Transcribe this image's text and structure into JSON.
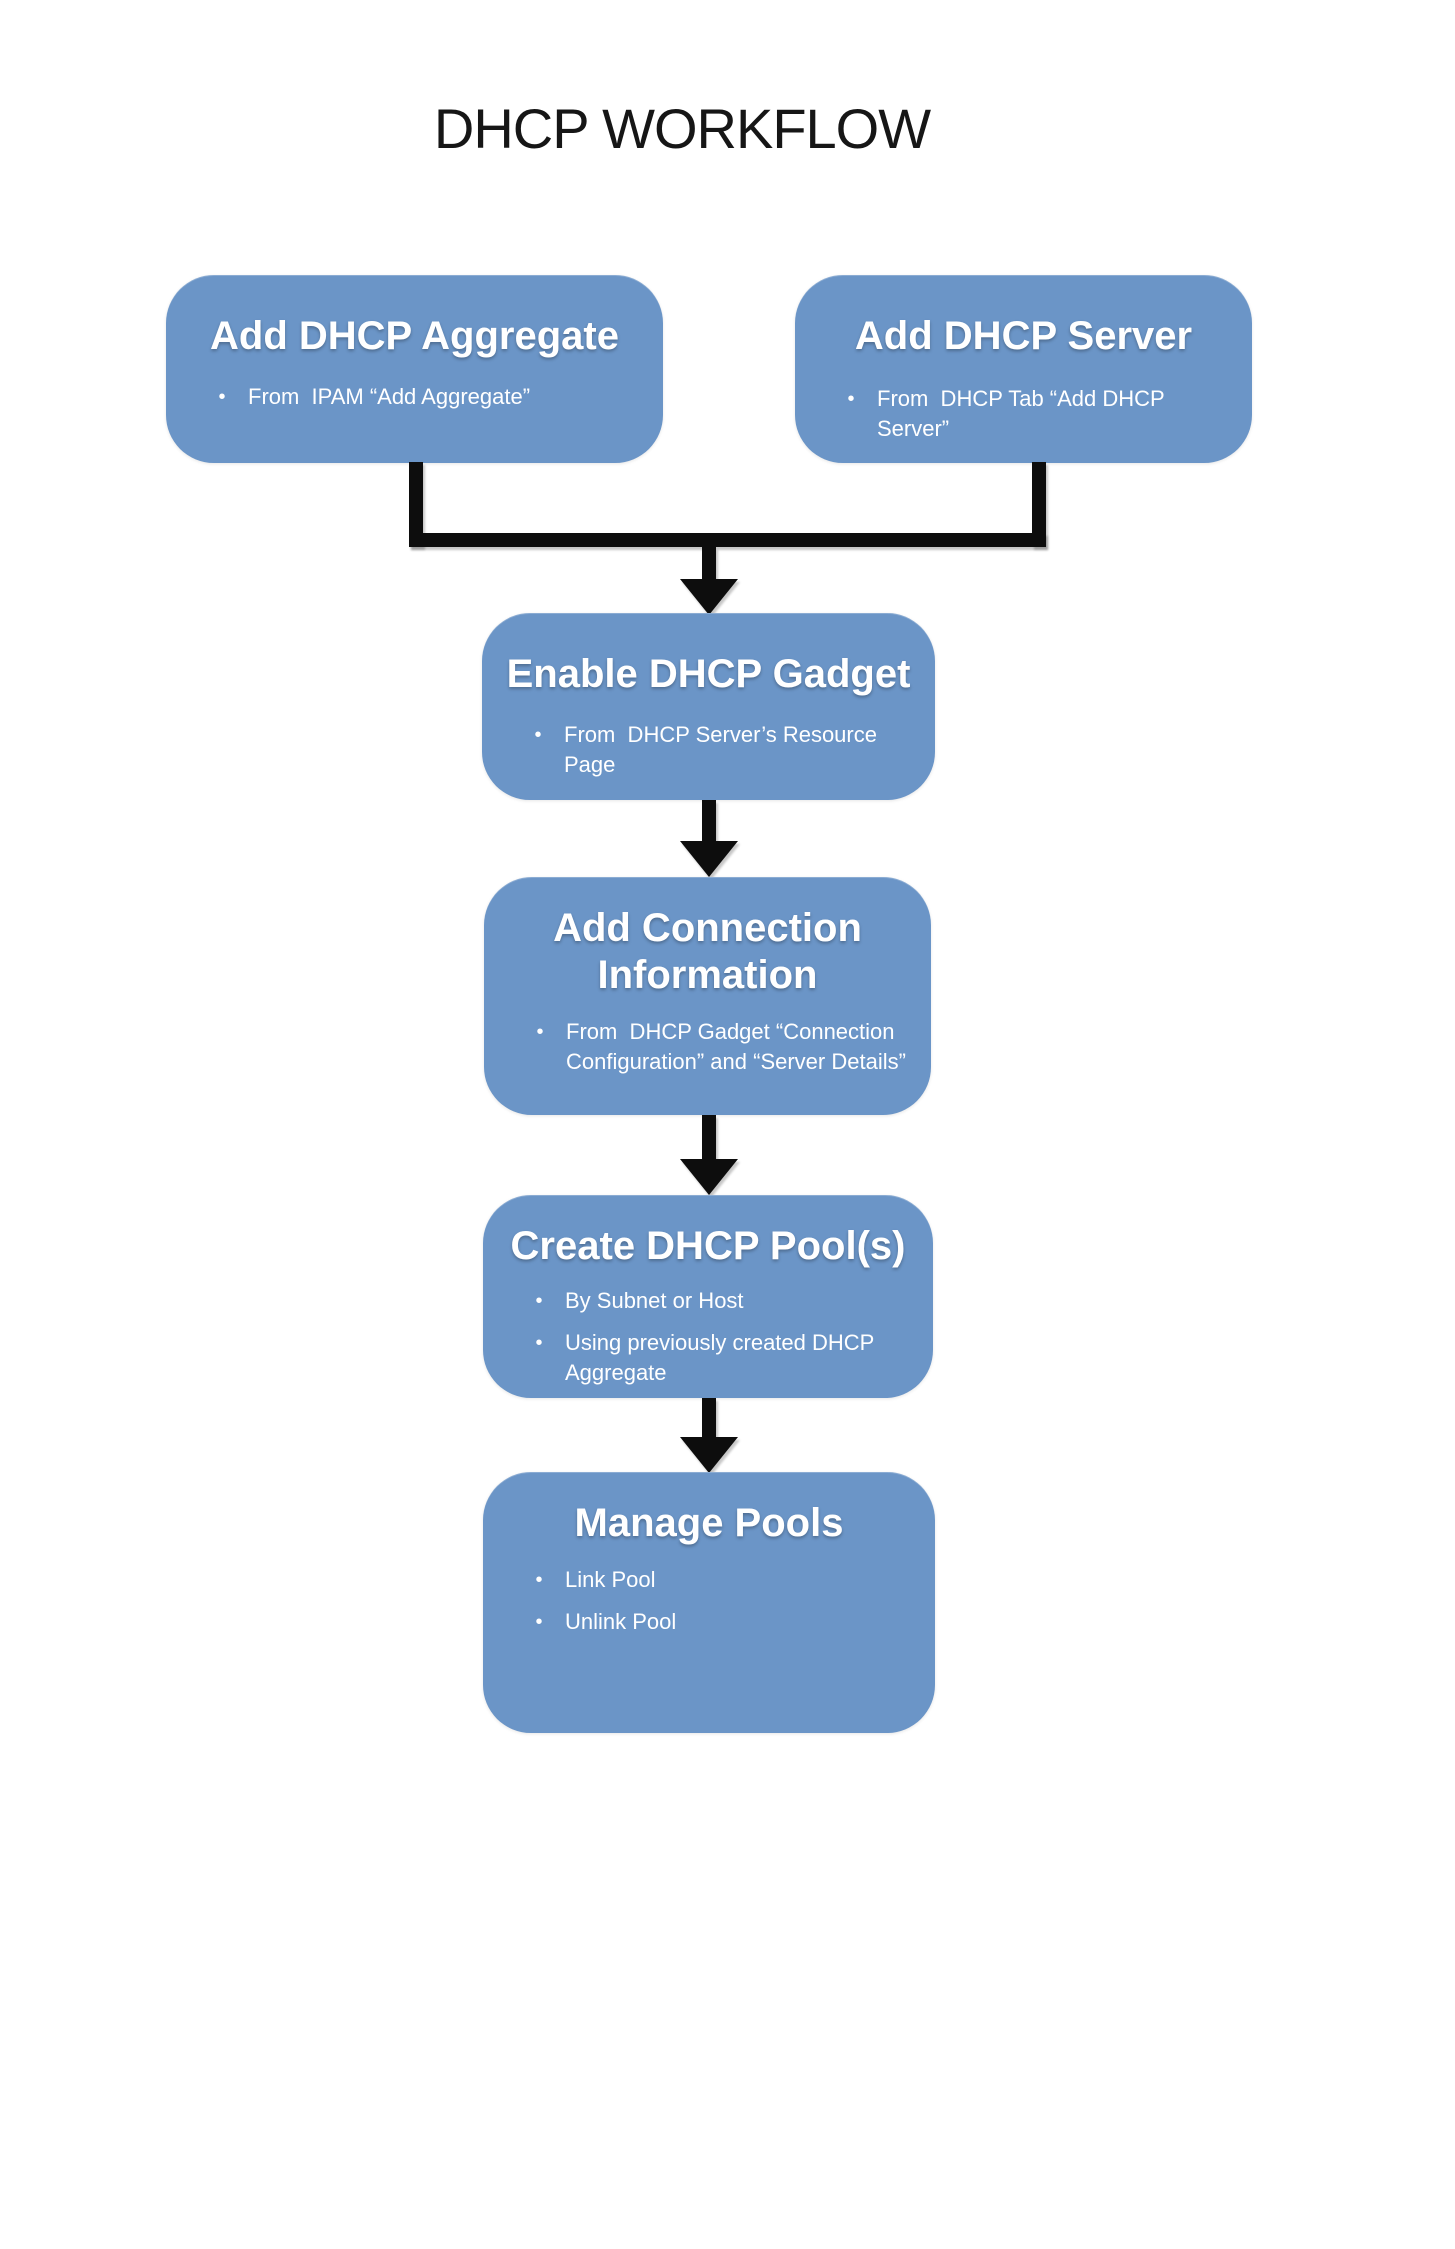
{
  "title": "DHCP WORKFLOW",
  "ui": {
    "bullet_marker": "•"
  },
  "colors": {
    "node_fill": "#6B95C7",
    "node_text": "#FFFFFF",
    "connector": "#0D0D0D",
    "title_text": "#161616",
    "background": "#FFFFFF"
  },
  "boxes": [
    {
      "id": "add-dhcp-aggregate",
      "title": "Add DHCP Aggregate",
      "bullets": [
        "From  IPAM “Add Aggregate”"
      ]
    },
    {
      "id": "add-dhcp-server",
      "title": "Add DHCP Server",
      "bullets": [
        "From  DHCP Tab “Add DHCP Server”"
      ]
    },
    {
      "id": "enable-dhcp-gadget",
      "title": "Enable DHCP Gadget",
      "bullets": [
        "From  DHCP Server’s Resource Page"
      ]
    },
    {
      "id": "add-connection-information",
      "title": "Add Connection\nInformation",
      "bullets": [
        "From  DHCP Gadget “Connection\nConfiguration” and “Server Details”"
      ]
    },
    {
      "id": "create-dhcp-pools",
      "title": "Create DHCP Pool(s)",
      "bullets": [
        "By Subnet or Host",
        "Using previously created DHCP\nAggregate"
      ]
    },
    {
      "id": "manage-pools",
      "title": "Manage Pools",
      "bullets": [
        "Link Pool",
        "Unlink Pool"
      ]
    }
  ]
}
